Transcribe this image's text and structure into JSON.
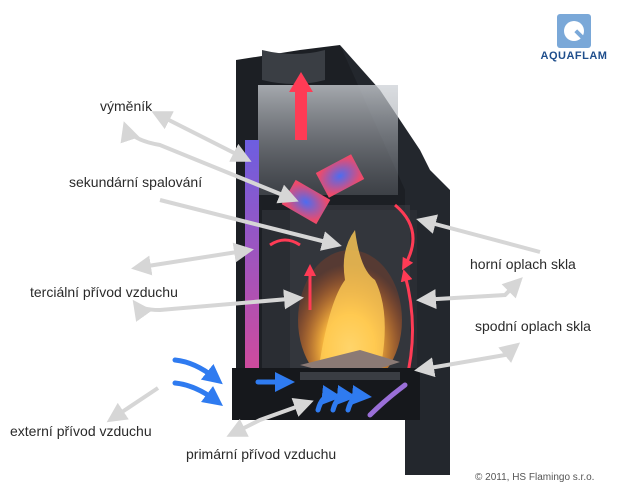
{
  "brand": {
    "logo_icon": "aquaflam-q-logo-icon",
    "name": "AQUAFLAM",
    "logo_color": "#7aa8d8",
    "text_color": "#1f4e8c"
  },
  "diagram": {
    "subject": "fireplace insert cutaway with air flows",
    "labels": [
      {
        "id": "vymenik",
        "text": "výměník"
      },
      {
        "id": "sekundarni",
        "text": "sekundární spalování"
      },
      {
        "id": "tercialni",
        "text": "terciální přívod vzduchu"
      },
      {
        "id": "horni",
        "text": "horní oplach skla"
      },
      {
        "id": "spodni",
        "text": "spodní oplach skla"
      },
      {
        "id": "externi",
        "text": "externí přívod vzduchu"
      },
      {
        "id": "primarni",
        "text": "primární přívod vzduchu"
      }
    ],
    "colors": {
      "callout_arrow": "#d6d6d6",
      "hot_flow": "#ff3b55",
      "cold_flow": "#2f7bf0",
      "body": "#1c1f24",
      "flame": "#ffb030"
    }
  },
  "footer": {
    "copyright": "© 2011, HS Flamingo s.r.o."
  }
}
